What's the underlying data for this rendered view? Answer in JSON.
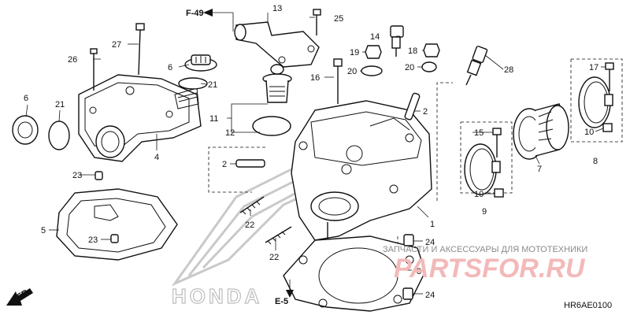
{
  "diagram": {
    "code": "HR6AE0100",
    "ref_f49": "F-49",
    "ref_e5": "E-5",
    "fr_label": "FR.",
    "brand_watermark": "HONDA",
    "shop_watermark_text": "ЗАПЧАСТИ И АКСЕССУАРЫ ДЛЯ МОТОТЕХНИКИ",
    "shop_watermark_logo": "PARTSFOR.RU",
    "callouts": {
      "c1": "1",
      "c2a": "2",
      "c2b": "2",
      "c3": "3",
      "c4": "4",
      "c5": "5",
      "c6a": "6",
      "c6b": "6",
      "c7": "7",
      "c8": "8",
      "c9": "9",
      "c10a": "10",
      "c10b": "10",
      "c11": "11",
      "c12": "12",
      "c13": "13",
      "c14": "14",
      "c15": "15",
      "c16": "16",
      "c17": "17",
      "c18": "18",
      "c19": "19",
      "c20a": "20",
      "c20b": "20",
      "c21a": "21",
      "c21b": "21",
      "c22a": "22",
      "c22b": "22",
      "c23a": "23",
      "c23b": "23",
      "c24a": "24",
      "c24b": "24",
      "c25": "25",
      "c26": "26",
      "c27": "27",
      "c28": "28"
    }
  }
}
